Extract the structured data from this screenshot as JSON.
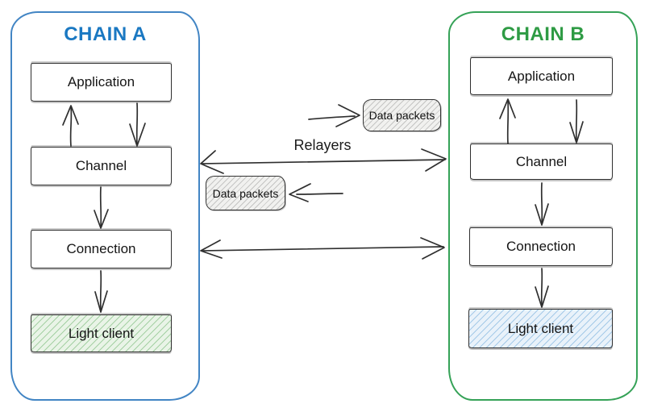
{
  "chains": [
    {
      "title": "CHAIN A",
      "title_color": "#1a78c2",
      "border_color": "#4285c4",
      "boxes": [
        {
          "label": "Application"
        },
        {
          "label": "Channel"
        },
        {
          "label": "Connection"
        },
        {
          "label": "Light client",
          "fill": "#e9f4e7",
          "hatch_color": "#6eb46e"
        }
      ]
    },
    {
      "title": "CHAIN B",
      "title_color": "#2e9b44",
      "border_color": "#35a257",
      "boxes": [
        {
          "label": "Application"
        },
        {
          "label": "Channel"
        },
        {
          "label": "Connection"
        },
        {
          "label": "Light client",
          "fill": "#e9f2fa",
          "hatch_color": "#78afdc"
        }
      ]
    }
  ],
  "connectors": {
    "relayers_label": "Relayers",
    "data_packet_top_label": "Data packets",
    "data_packet_bottom_label": "Data packets"
  },
  "colors": {
    "background": "#ffffff",
    "box_border": "#2e2e2e",
    "arrow": "#2f2f2f",
    "data_packet_fill": "#f1f1ef",
    "data_packet_hatch": "#7d7d7d"
  }
}
